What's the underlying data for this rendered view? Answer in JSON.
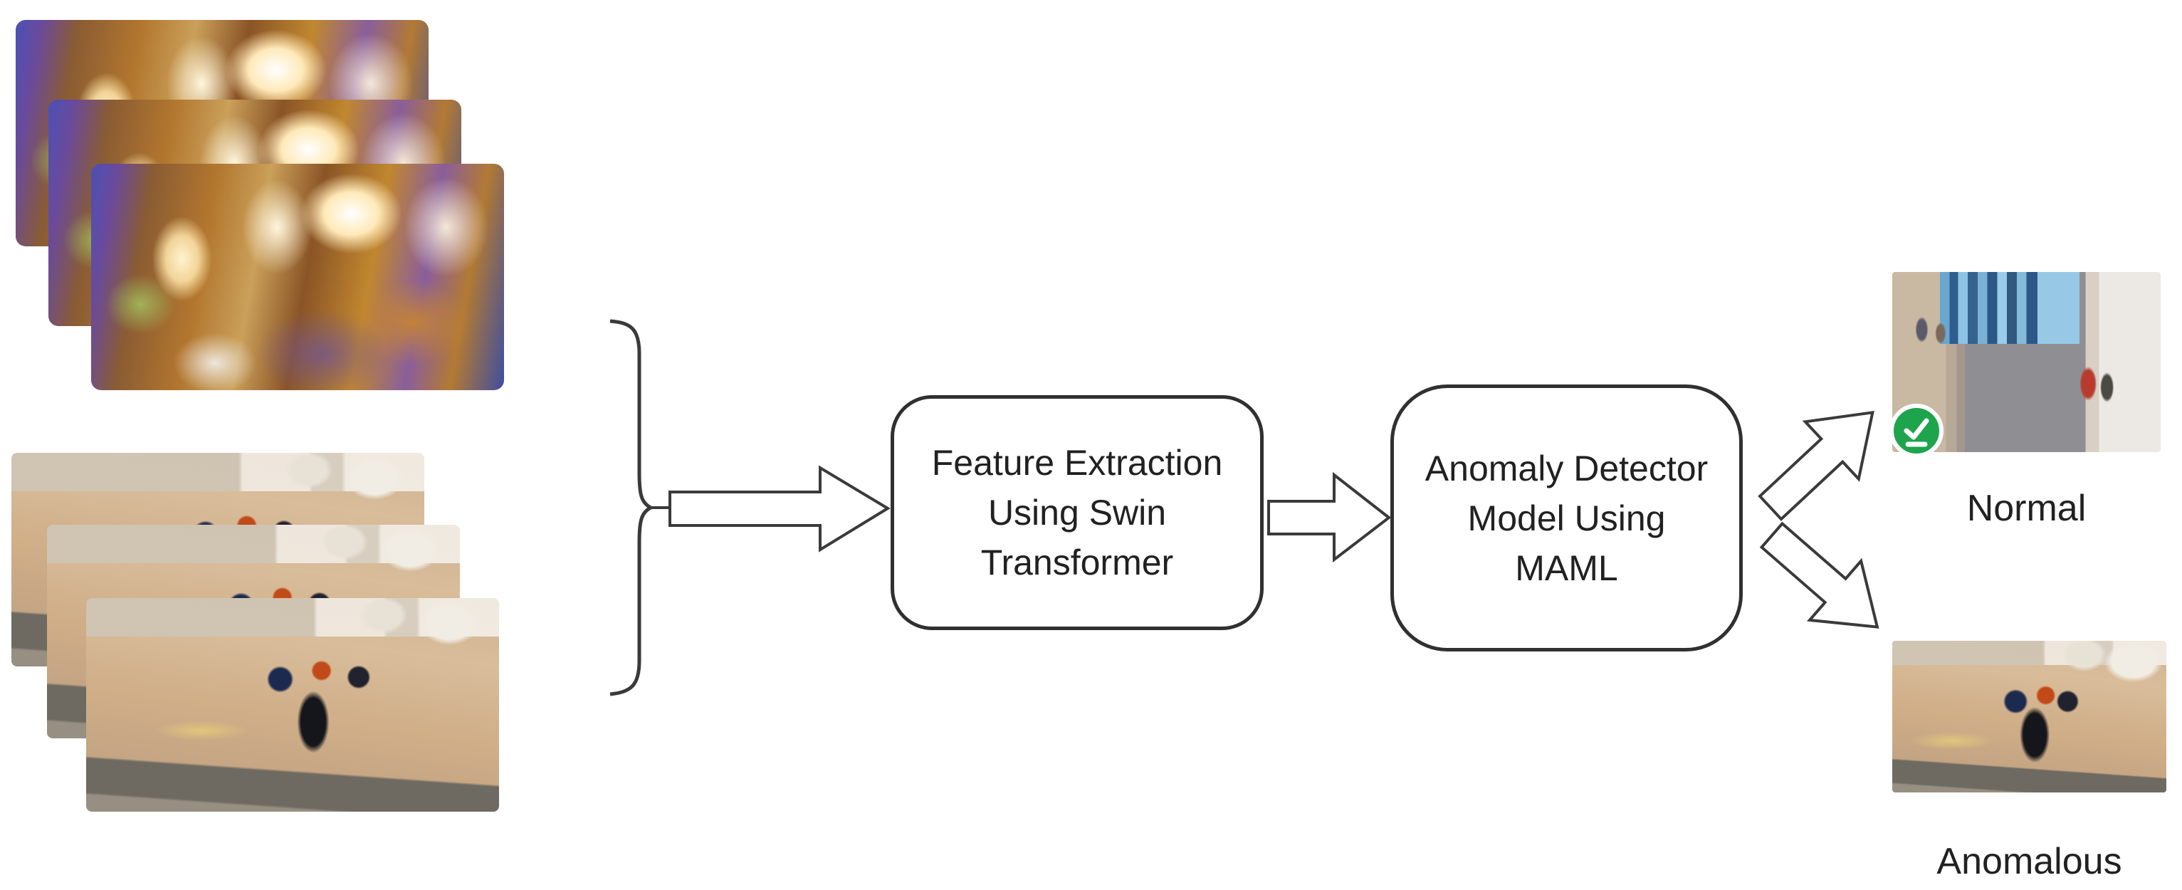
{
  "figure": {
    "inputs": {
      "stack_top": {
        "name": "indoor-scene-video-frames",
        "frames": 3
      },
      "stack_bottom": {
        "name": "street-cctv-video-frames",
        "frames": 3
      }
    },
    "boxes": [
      {
        "id": "feature-extraction",
        "lines": [
          "Feature Extraction",
          "Using Swin",
          "Transformer"
        ]
      },
      {
        "id": "anomaly-detector",
        "lines": [
          "Anomaly Detector",
          "Model Using",
          "MAML"
        ]
      }
    ],
    "outputs": [
      {
        "label": "Normal",
        "badge": "check-badge",
        "badge_color": "#1ea44c"
      },
      {
        "label": "Anomalous"
      }
    ],
    "colors": {
      "box_border": "#303030",
      "arrow_stroke": "#3a3a3a",
      "text": "#212121",
      "badge_green": "#1ea44c"
    }
  }
}
